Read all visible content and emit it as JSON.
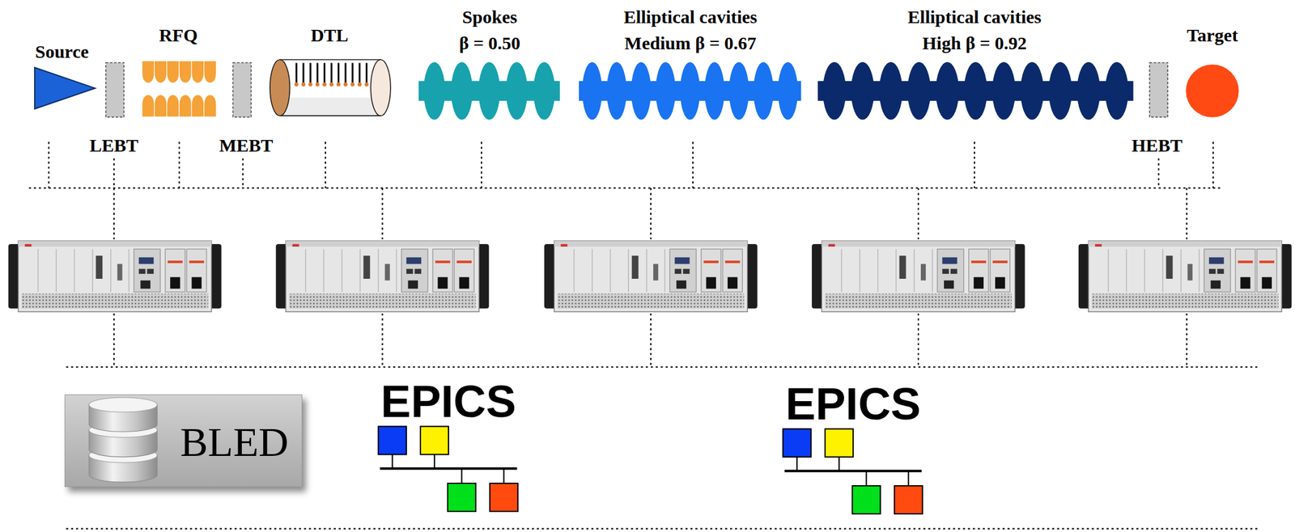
{
  "diagram": {
    "nodes": [
      {
        "text": [
          "Source"
        ]
      },
      {
        "text": [
          "RFQ"
        ]
      },
      {
        "text": [
          "DTL"
        ]
      },
      {
        "text": [
          "Spokes",
          "β = 0.50"
        ]
      },
      {
        "text": [
          "Elliptical cavities",
          "Medium β = 0.67"
        ]
      },
      {
        "text": [
          "Elliptical cavities",
          "High β = 0.92"
        ]
      },
      {
        "text": [
          "Target"
        ]
      },
      {
        "text": [
          "BLED"
        ]
      }
    ],
    "labels": [
      "LEBT",
      "MEBT",
      "HEBT",
      "EPICS",
      "EPICS"
    ]
  }
}
